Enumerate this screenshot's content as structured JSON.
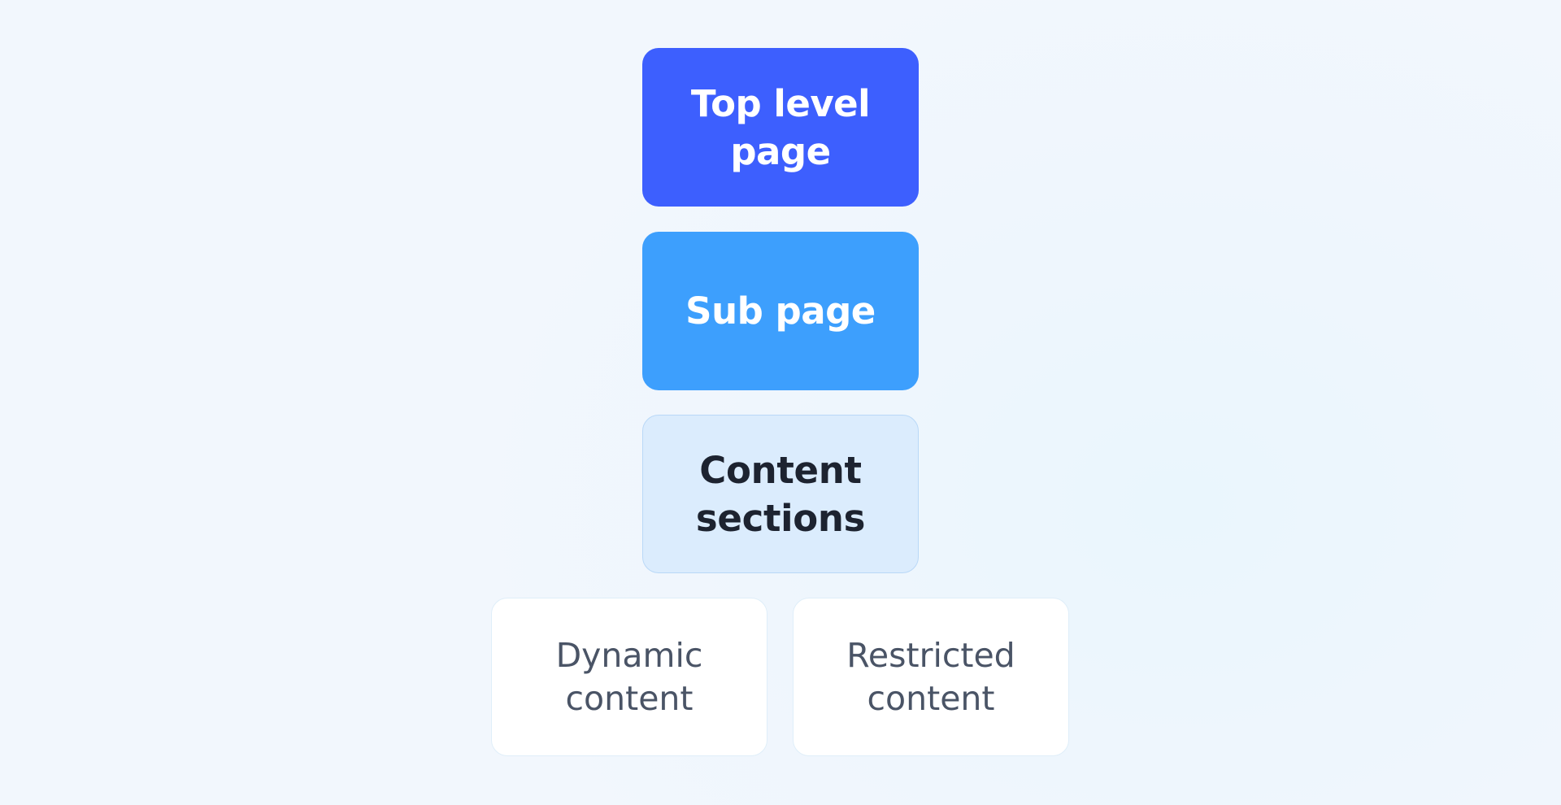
{
  "diagram": {
    "nodes": {
      "top_level": {
        "label": "Top level\npage",
        "color": "#3d5ffe"
      },
      "sub_page": {
        "label": "Sub page",
        "color": "#3d9ffd"
      },
      "content_sections": {
        "label": "Content\nsections",
        "color": "#dbecfd"
      },
      "dynamic_content": {
        "label": "Dynamic\ncontent",
        "color": "#ffffff"
      },
      "restricted_content": {
        "label": "Restricted\ncontent",
        "color": "#ffffff"
      }
    }
  }
}
